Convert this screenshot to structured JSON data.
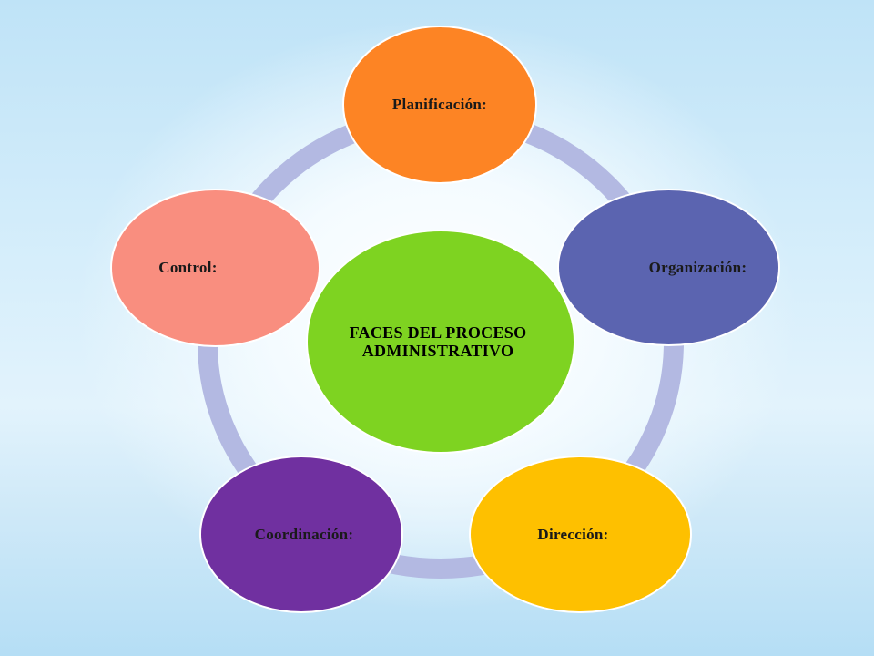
{
  "diagram": {
    "center": {
      "label": "FACES DEL PROCESO ADMINISTRATIVO"
    },
    "phases": [
      {
        "id": "planificacion",
        "label": "Planificación:",
        "color": "#fd8424"
      },
      {
        "id": "organizacion",
        "label": "Organización:",
        "color": "#5b64b0"
      },
      {
        "id": "direccion",
        "label": "Dirección:",
        "color": "#fec000"
      },
      {
        "id": "coordinacion",
        "label": "Coordinación:",
        "color": "#7030a0"
      },
      {
        "id": "control",
        "label": "Control:",
        "color": "#f98e7f"
      }
    ],
    "colors": {
      "center": "#7ed321",
      "ring": "#b3b9e2",
      "background": "#d6eefb"
    }
  }
}
